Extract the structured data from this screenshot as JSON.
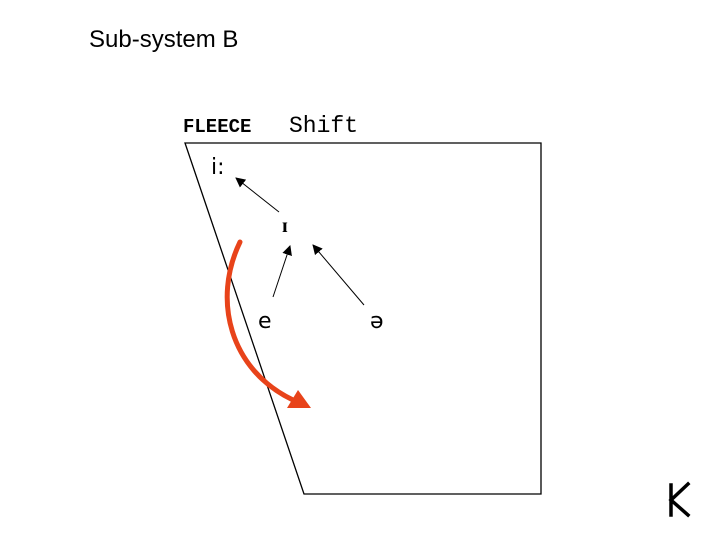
{
  "slide": {
    "title": "Sub-system B"
  },
  "diagram": {
    "heading_word1": "FLEECE",
    "heading_word2": "Shift",
    "vowels": {
      "fleece": "i:",
      "kit": "ɪ",
      "dress": "e",
      "schwa": "ə"
    },
    "arrows": [
      {
        "from": "kit",
        "to": "fleece"
      },
      {
        "from": "dress",
        "to": "kit"
      },
      {
        "from": "schwa",
        "to": "kit"
      }
    ],
    "highlight_arrow": {
      "color": "#e8431a"
    },
    "corner_glyph_color": "#000000"
  }
}
